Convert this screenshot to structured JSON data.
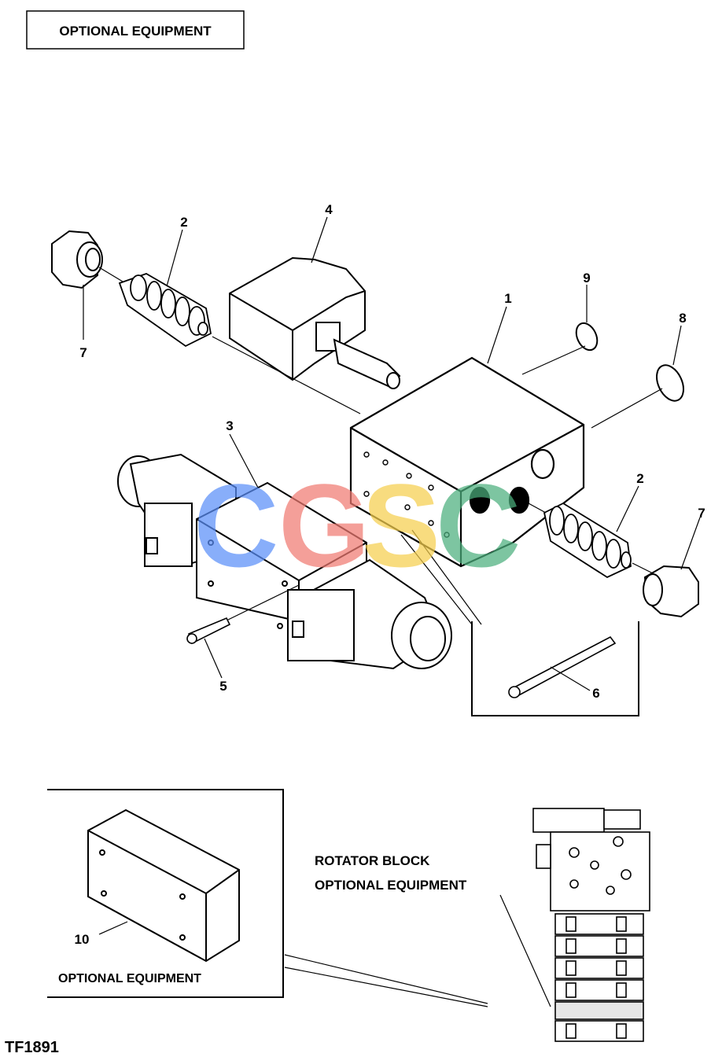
{
  "header": {
    "title": "OPTIONAL EQUIPMENT"
  },
  "callouts": {
    "c1": "1",
    "c2a": "2",
    "c2b": "2",
    "c3": "3",
    "c4": "4",
    "c5": "5",
    "c6": "6",
    "c7a": "7",
    "c7b": "7",
    "c8": "8",
    "c9": "9",
    "c10": "10"
  },
  "inset": {
    "caption": "OPTIONAL EQUIPMENT"
  },
  "location": {
    "line1": "ROTATOR BLOCK",
    "line2": "OPTIONAL EQUIPMENT"
  },
  "figure_id": "TF1891",
  "watermark": {
    "letters": [
      "C",
      "G",
      "S",
      "C"
    ],
    "colors": [
      "#5b8ff9",
      "#f07b72",
      "#f6cf4e",
      "#4caf7d"
    ]
  }
}
